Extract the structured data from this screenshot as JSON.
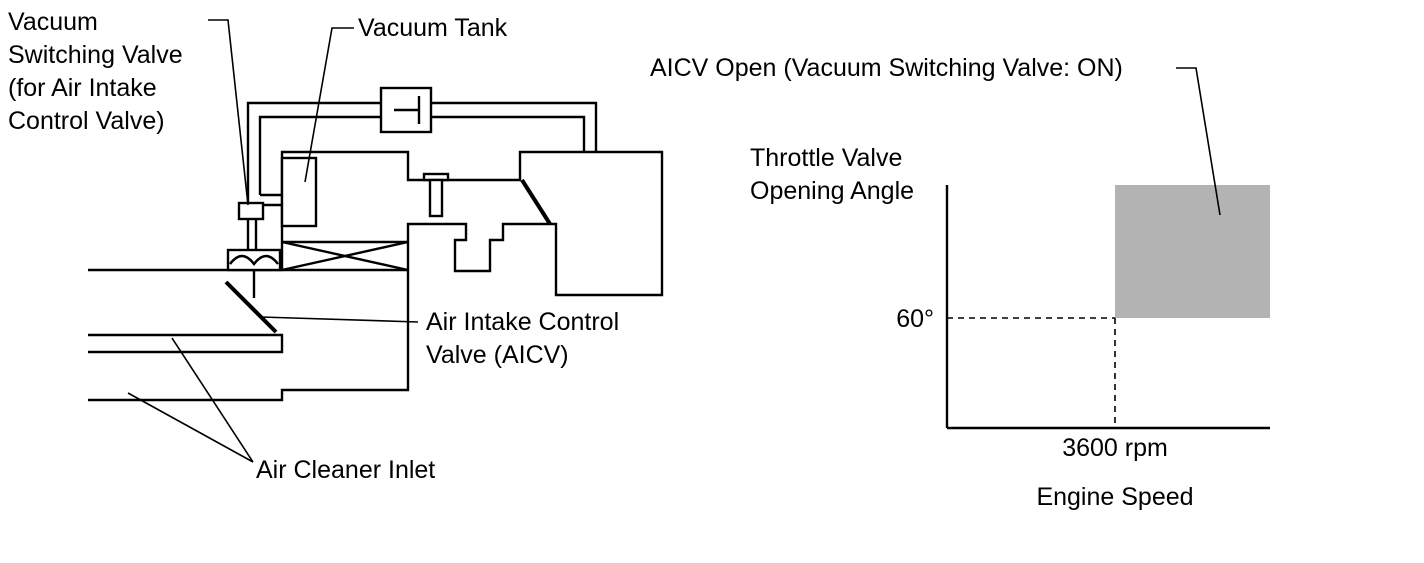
{
  "labels": {
    "vsv": [
      "Vacuum",
      "Switching Valve",
      "(for Air Intake",
      "Control Valve)"
    ],
    "vacuum_tank": "Vacuum Tank",
    "aicv": [
      "Air Intake Control",
      "Valve (AICV)"
    ],
    "air_cleaner_inlet": "Air Cleaner Inlet"
  },
  "chart": {
    "region_label": "AICV Open (Vacuum Switching Valve: ON)",
    "y_title": [
      "Throttle Valve",
      "Opening Angle"
    ],
    "y_threshold_label": "60°",
    "x_threshold_label": "3600 rpm",
    "x_title": "Engine Speed",
    "region_color": "#b3b3b3"
  }
}
